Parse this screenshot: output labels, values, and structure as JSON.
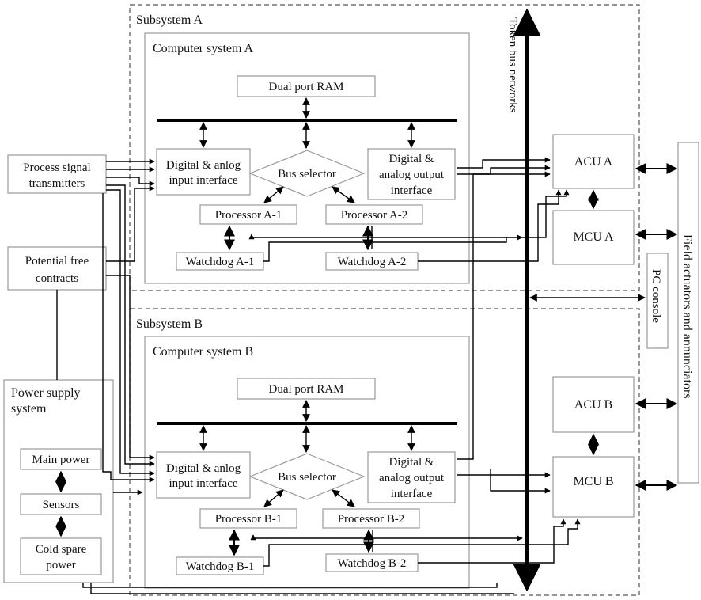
{
  "subsystem_a": {
    "label": "Subsystem A"
  },
  "subsystem_b": {
    "label": "Subsystem B"
  },
  "computer_a": {
    "title": "Computer system A",
    "ram": "Dual port RAM",
    "input_line1": "Digital & anlog",
    "input_line2": "input interface",
    "bus_selector": "Bus selector",
    "output_line1": "Digital &",
    "output_line2": "analog output",
    "output_line3": "interface",
    "processor_1": "Processor A-1",
    "processor_2": "Processor A-2",
    "watchdog_1": "Watchdog  A-1",
    "watchdog_2": "Watchdog A-2"
  },
  "computer_b": {
    "title": "Computer system B",
    "ram": "Dual port RAM",
    "input_line1": "Digital & anlog",
    "input_line2": "input interface",
    "bus_selector": "Bus selector",
    "output_line1": "Digital &",
    "output_line2": "analog output",
    "output_line3": "interface",
    "processor_1": "Processor B-1",
    "processor_2": "Processor B-2",
    "watchdog_1": "Watchdog  B-1",
    "watchdog_2": "Watchdog B-2"
  },
  "left": {
    "transmitters_line1": "Process signal",
    "transmitters_line2": "transmitters",
    "contacts_line1": "Potential free",
    "contacts_line2": "contracts"
  },
  "power": {
    "title_line1": "Power supply",
    "title_line2": "system",
    "main": "Main power",
    "sensors": "Sensors",
    "cold_line1": "Cold spare",
    "cold_line2": "power"
  },
  "right": {
    "token_bus": "Token bus networks",
    "acu_a": "ACU A",
    "mcu_a": "MCU A",
    "acu_b": "ACU B",
    "mcu_b": "MCU B",
    "pc_console": "PC console",
    "field": "Field actuators and annunciators"
  }
}
